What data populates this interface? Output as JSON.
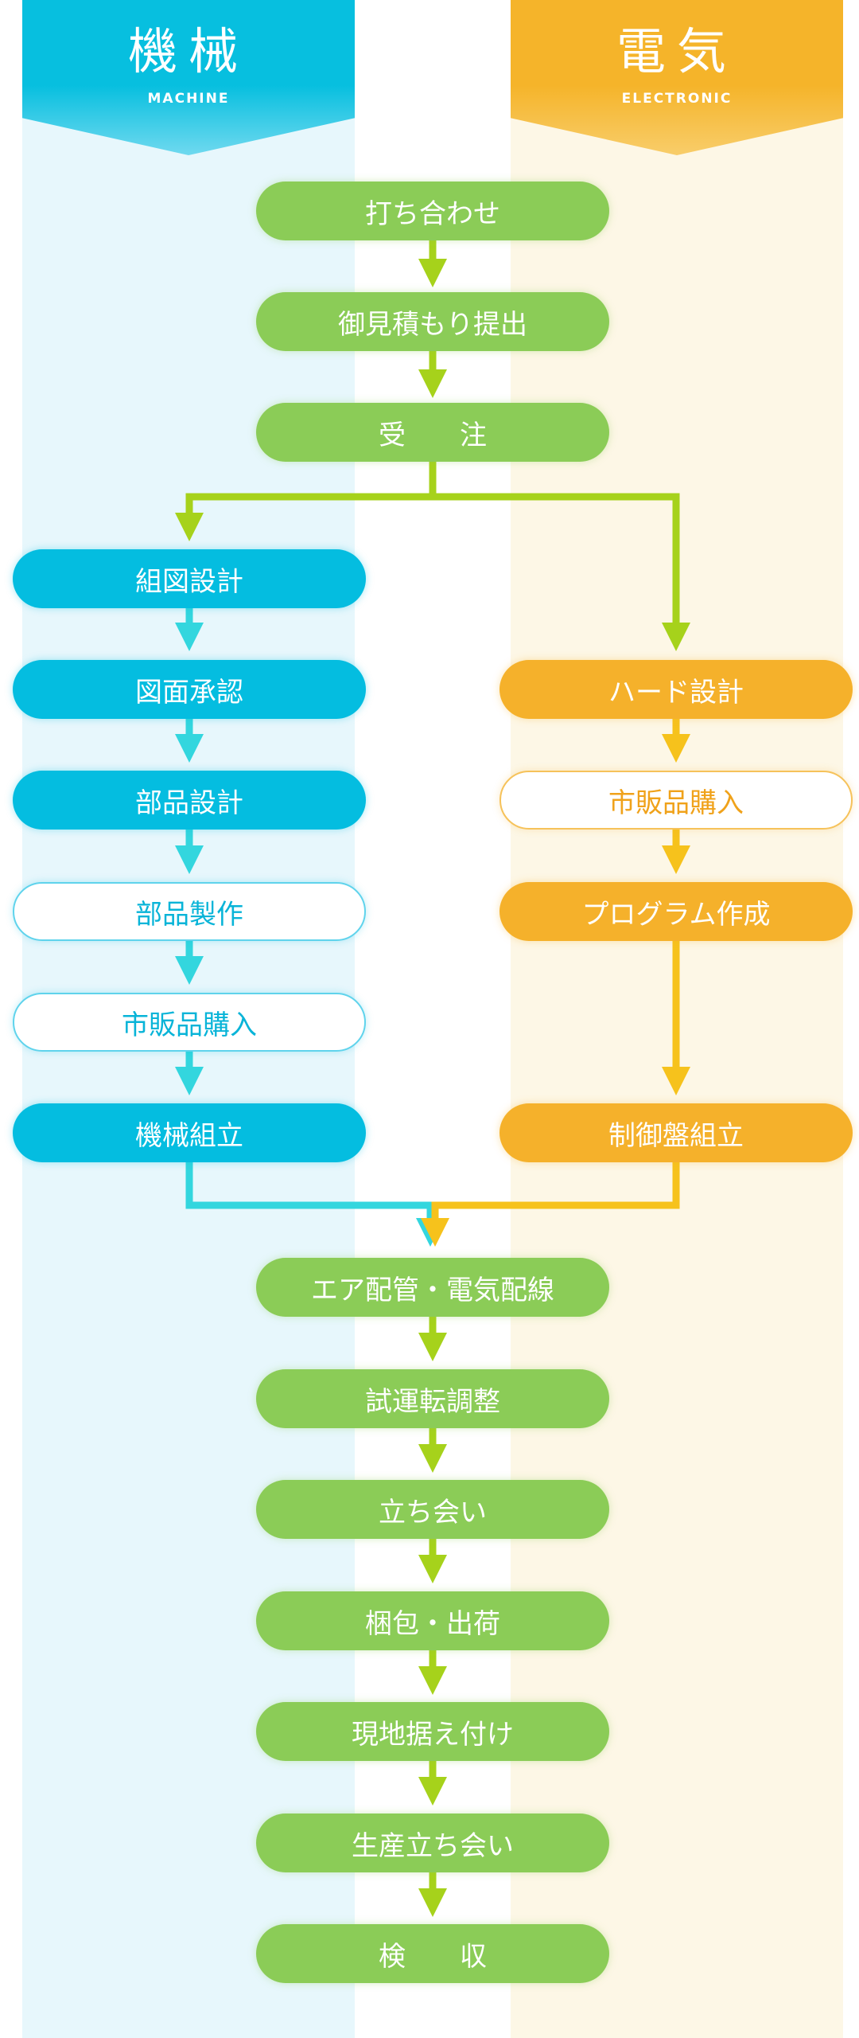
{
  "lanes": {
    "machine": {
      "title": "機械",
      "subtitle": "MACHINE"
    },
    "electronic": {
      "title": "電気",
      "subtitle": "ELECTRONIC"
    }
  },
  "steps": {
    "meeting": "打ち合わせ",
    "quote": "御見積もり提出",
    "order": "受　　注",
    "m_assembly_design": "組図設計",
    "m_drawing_approval": "図面承認",
    "m_parts_design": "部品設計",
    "m_parts_making": "部品製作",
    "m_purchase": "市販品購入",
    "m_machine_assembly": "機械組立",
    "e_hardware_design": "ハード設計",
    "e_purchase": "市販品購入",
    "e_program": "プログラム作成",
    "e_panel_assembly": "制御盤組立",
    "air_wiring": "エア配管・電気配線",
    "test_run": "試運転調整",
    "inspection": "立ち会い",
    "packing": "梱包・出荷",
    "installation": "現地据え付け",
    "production_inspection": "生産立ち会い",
    "acceptance": "検　　収"
  },
  "colors": {
    "green": "#8bcc57",
    "green_arrow": "#a6d21b",
    "blue": "#04bde0",
    "blue_arrow": "#33d6de",
    "orange": "#f5b12b",
    "orange_arrow": "#f6c21c"
  }
}
